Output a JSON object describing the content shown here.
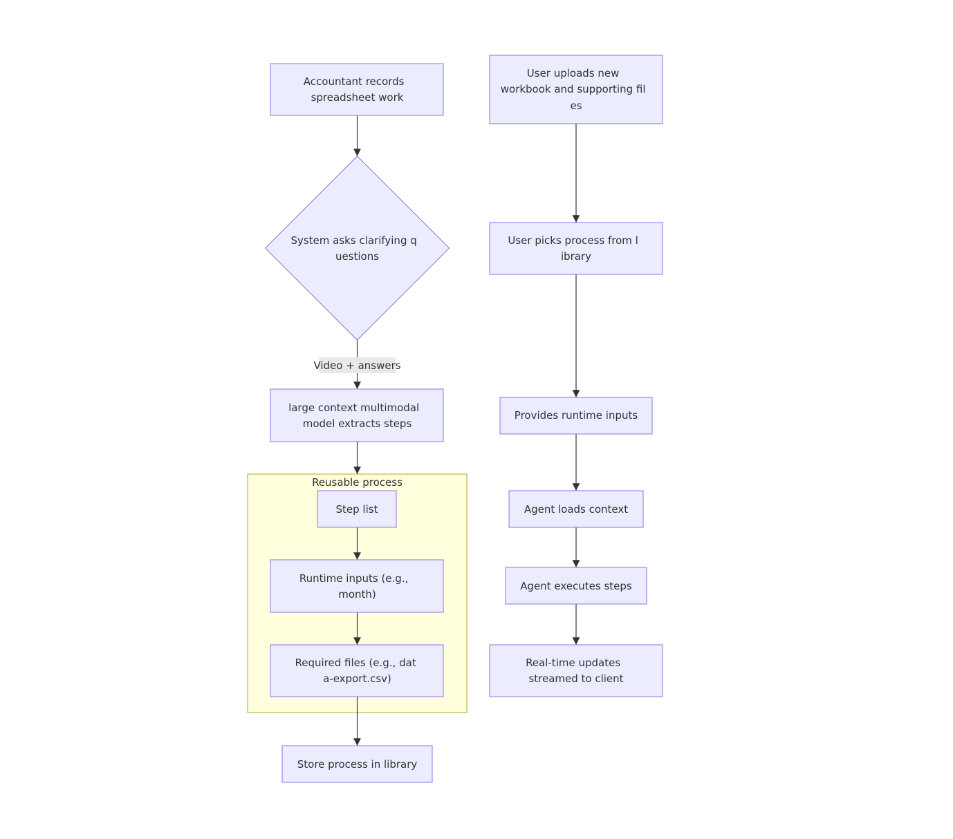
{
  "nodes": {
    "accountant_records": "Accountant records spreadsheet work",
    "system_asks": "System asks clarifying questions",
    "model_extracts": "large context multimodal model extracts steps",
    "step_list": "Step list",
    "runtime_inputs_def": "Runtime inputs (e.g., month)",
    "required_files": "Required files (e.g., data-export.csv)",
    "store_process": "Store process in library",
    "user_uploads": "User uploads new workbook and supporting files",
    "user_picks": "User picks process from library",
    "provides_inputs": "Provides runtime inputs",
    "agent_loads": "Agent loads context",
    "agent_executes": "Agent executes steps",
    "realtime_updates": "Real-time updates streamed to client"
  },
  "clusters": {
    "reusable_process": "Reusable process"
  },
  "edge_labels": {
    "video_answers": "Video + answers"
  },
  "colors": {
    "node_fill": "#ECECFF",
    "node_stroke": "#9370DB",
    "cluster_fill": "#FFFFDE",
    "cluster_stroke": "#AAAA33",
    "edge": "#333333",
    "edge_label_bg": "#E8E8E8"
  }
}
